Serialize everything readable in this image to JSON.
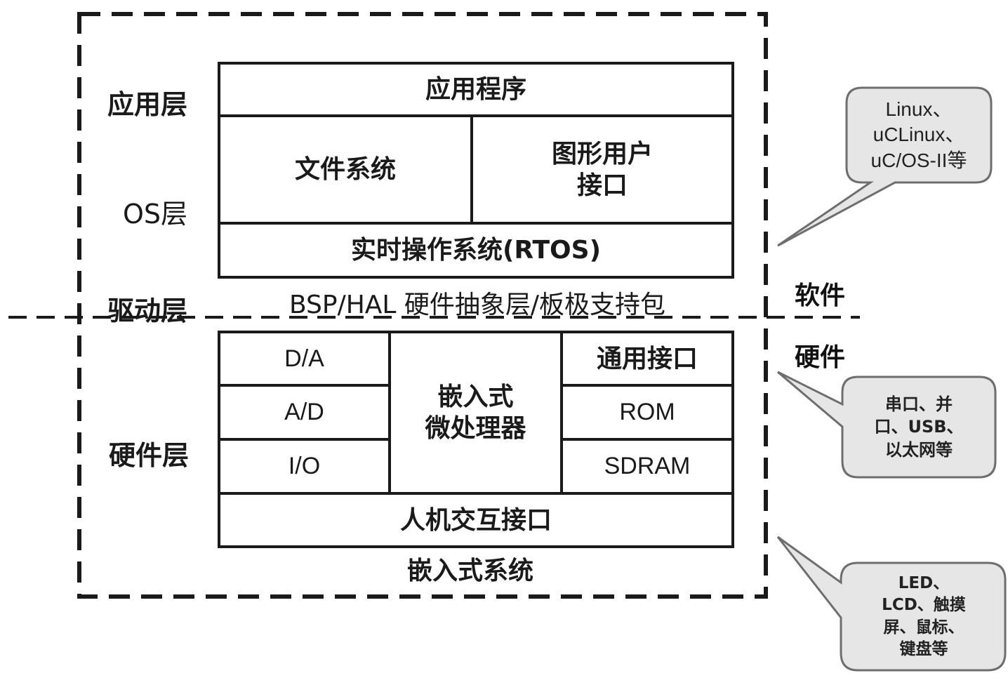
{
  "layers": {
    "application": "应用层",
    "os": "OS层",
    "driver": "驱动层",
    "hardware": "硬件层"
  },
  "software_stack": {
    "app_program": "应用程序",
    "file_system": "文件系统",
    "gui": "图形用户\n接口",
    "rtos": "实时操作系统(RTOS)",
    "bsp": "BSP/HAL 硬件抽象层/板极支持包"
  },
  "hardware_stack": {
    "da": "D/A",
    "ad": "A/D",
    "io": "I/O",
    "mcu": "嵌入式\n微处理器",
    "general_io": "通用接口",
    "rom": "ROM",
    "sdram": "SDRAM",
    "hmi": "人机交互接口",
    "system_label": "嵌入式系统"
  },
  "side_labels": {
    "software": "软件",
    "hardware": "硬件"
  },
  "callouts": {
    "os_examples": "Linux、\nuCLinux、\nuC/OS-II等",
    "interfaces": "串口、并\n口、USB、\n以太网等",
    "hmi_devices": "LED、\nLCD、触摸\n屏、鼠标、\n键盘等"
  },
  "colors": {
    "line": "#1a1a1a",
    "callout_fill": "#e6e6e6",
    "callout_stroke": "#6e6e6e"
  }
}
